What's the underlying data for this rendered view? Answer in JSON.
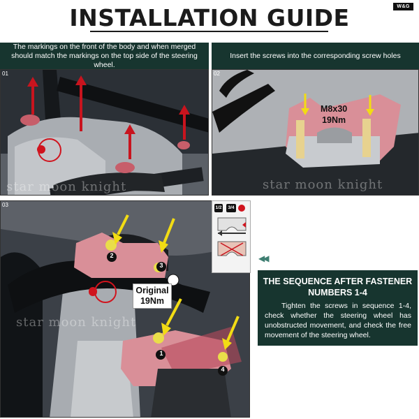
{
  "header": {
    "title": "INSTALLATION GUIDE",
    "brand": "W&G"
  },
  "step1": {
    "caption": "The markings on the front of the body and when merged should match the markings on the top side of the steering wheel.",
    "number": "01",
    "watermark": "star moon knight"
  },
  "step2": {
    "caption": "Insert the screws into the corresponding screw holes",
    "number": "02",
    "spec_line1": "M8x30",
    "spec_line2": "19Nm",
    "watermark": "star moon knight"
  },
  "step3": {
    "number": "03",
    "original_line1": "Original",
    "original_line2": "19Nm",
    "watermark": "star moon knight",
    "badges": [
      "1",
      "2",
      "3",
      "4"
    ],
    "sequence_labels": [
      "1/2",
      "3/4"
    ]
  },
  "sequence": {
    "heading": "THE SEQUENCE AFTER FASTENER NUMBERS 1-4",
    "body": "Tighten the screws in sequence 1-4, check whether the steering wheel has unobstructed movement, and check the free movement of the steering wheel."
  },
  "colors": {
    "caption_bg": "#17352f",
    "arrow_red": "#c8141e",
    "arrow_yellow": "#f2dc14",
    "clamp_pink": "#d98f98"
  }
}
